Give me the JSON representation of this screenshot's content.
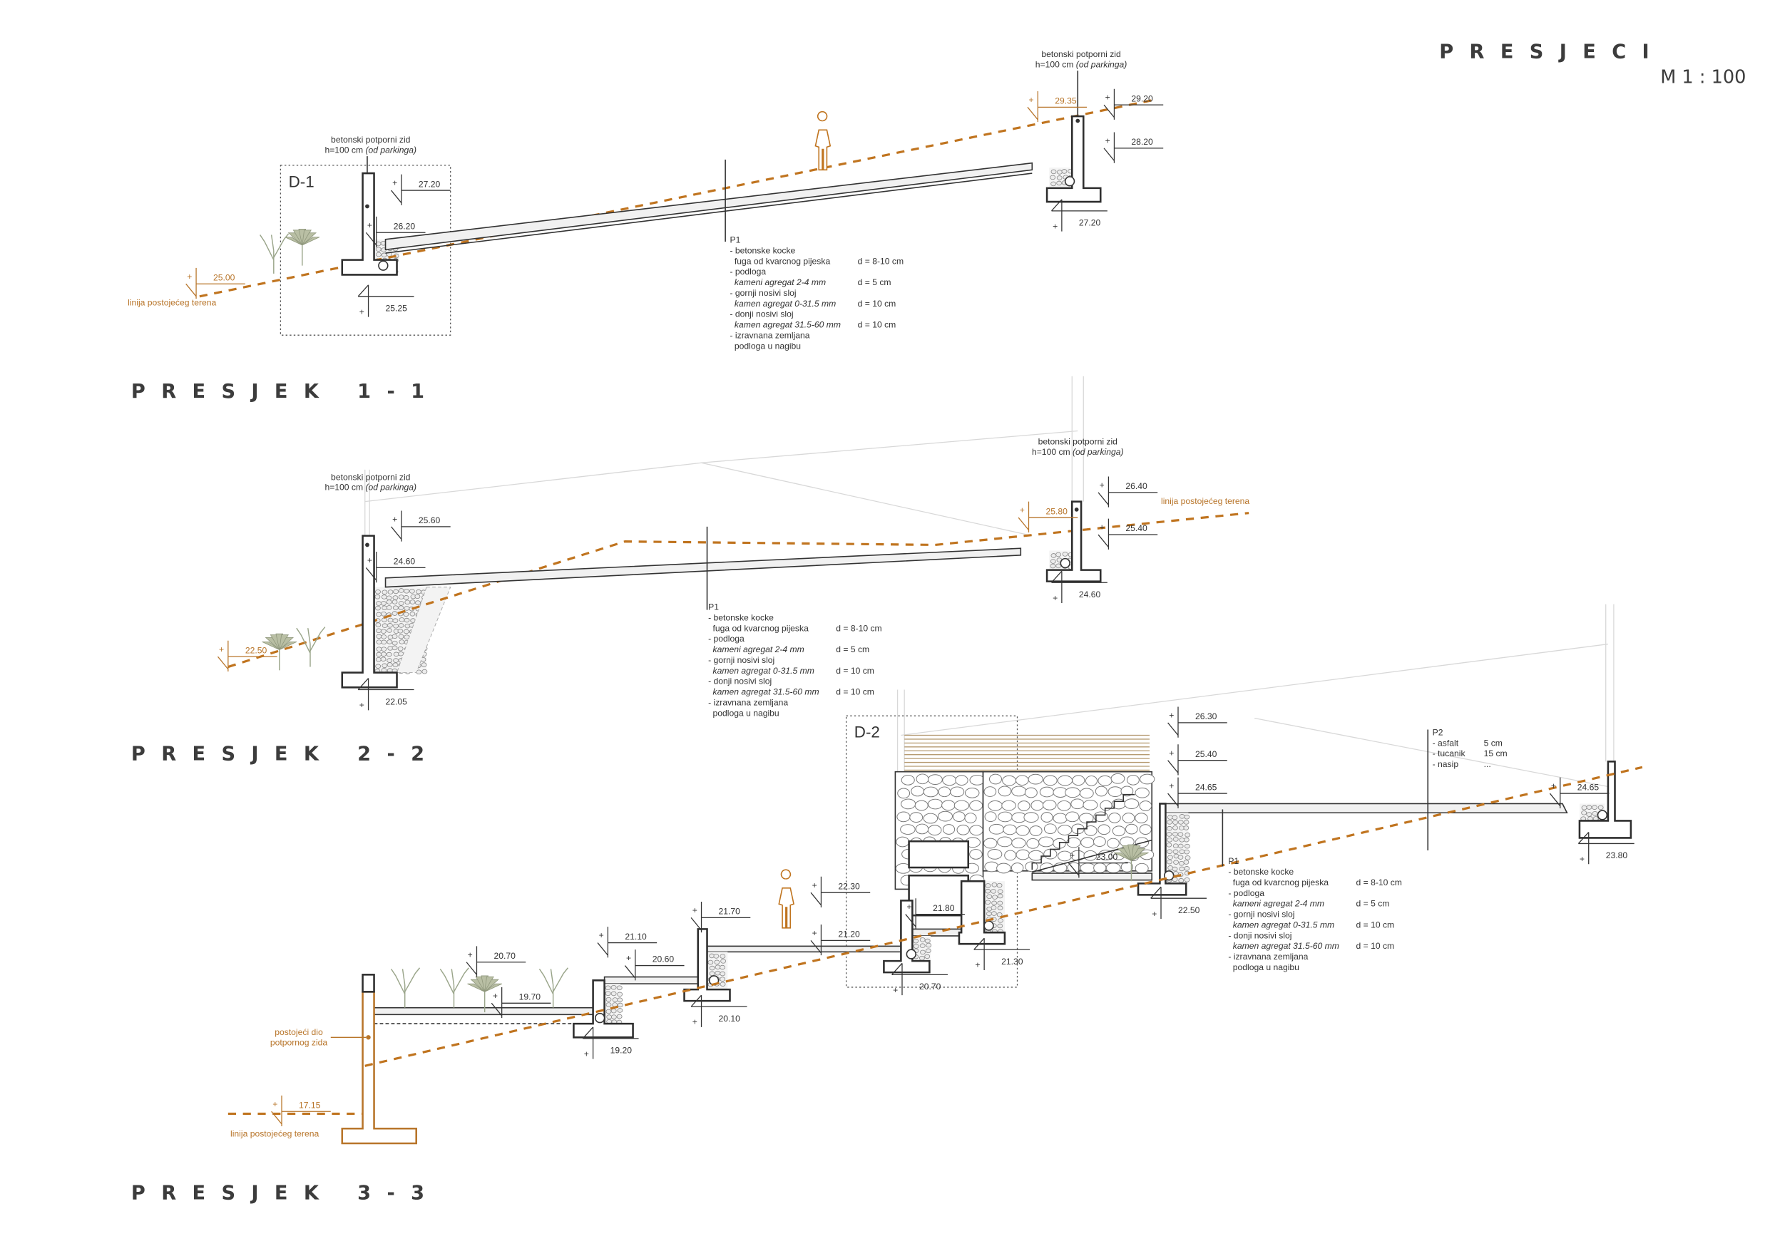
{
  "header": {
    "title": "PRESJECI",
    "scale": "M 1 : 100"
  },
  "sections": [
    {
      "title": "PRESJEK 1-1"
    },
    {
      "title": "PRESJEK 2-2"
    },
    {
      "title": "PRESJEK 3-3"
    }
  ],
  "details": [
    "D-1",
    "D-2"
  ],
  "labels": {
    "wall_line1": "betonski potporni zid",
    "wall_line2": "h=100 cm",
    "wall_line2_italic": "(od parkinga)",
    "terrain": "linija postojećeg terena",
    "existing_wall_1": "postojeći dio",
    "existing_wall_2": "potpornog zida"
  },
  "p1": {
    "title": "P1",
    "rows": [
      {
        "text": "- betonske kocke",
        "italic": false,
        "value": ""
      },
      {
        "text": "  fuga od kvarcnog pijeska",
        "italic": false,
        "value": "d = 8-10 cm"
      },
      {
        "text": "- podloga",
        "italic": false,
        "value": ""
      },
      {
        "text": "  kameni agregat 2-4 mm",
        "italic": true,
        "value": "d = 5 cm"
      },
      {
        "text": "- gornji nosivi sloj",
        "italic": false,
        "value": ""
      },
      {
        "text": "  kamen agregat 0-31.5 mm",
        "italic": true,
        "value": "d = 10 cm"
      },
      {
        "text": "- donji nosivi sloj",
        "italic": false,
        "value": ""
      },
      {
        "text": "  kamen agregat 31.5-60 mm",
        "italic": true,
        "value": "d = 10 cm"
      },
      {
        "text": "- izravnana zemljana",
        "italic": false,
        "value": ""
      },
      {
        "text": "  podloga u nagibu",
        "italic": false,
        "value": ""
      }
    ]
  },
  "p2": {
    "title": "P2",
    "rows": [
      {
        "text": "- asfalt",
        "value": "5 cm"
      },
      {
        "text": "- tucanik",
        "value": "15 cm"
      },
      {
        "text": "- nasip",
        "value": "..."
      }
    ]
  },
  "elevations": {
    "s1": [
      "27.20",
      "26.20",
      "25.00",
      "25.25",
      "29.35",
      "29.20",
      "28.20",
      "27.20"
    ],
    "s2": [
      "25.60",
      "24.60",
      "22.50",
      "22.05",
      "25.80",
      "26.40",
      "25.40",
      "24.60"
    ],
    "s3": [
      "26.30",
      "25.40",
      "24.65",
      "24.65",
      "23.80",
      "22.50",
      "23.00",
      "21.80",
      "21.30",
      "22.30",
      "21.70",
      "21.20",
      "21.10",
      "20.60",
      "20.70",
      "19.70",
      "20.70",
      "20.10",
      "19.20",
      "17.15"
    ]
  },
  "colors": {
    "terrain": "#c0741f",
    "ink": "#2e2e2e",
    "existing": "#b8752a"
  }
}
